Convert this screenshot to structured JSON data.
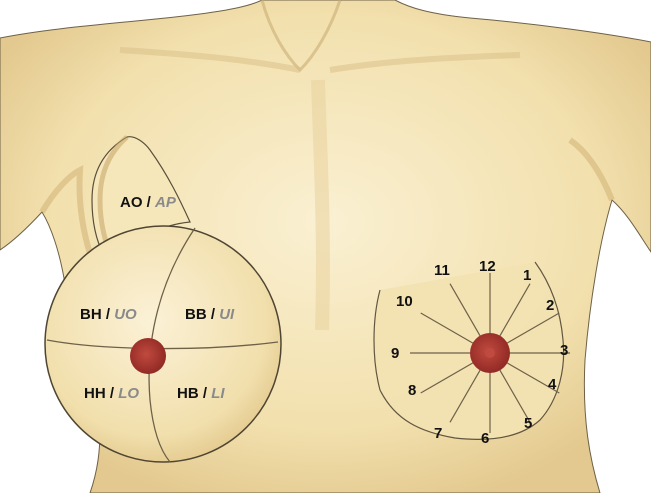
{
  "colors": {
    "skin": "#f3e3b4",
    "skin_light": "#f9eed0",
    "skin_shadow": "#dcc48c",
    "outline": "#6e6148",
    "nipple": "#a8322c",
    "nipple_ring": "#c8473c",
    "english_label": "#8a8a8a"
  },
  "quadrants": [
    {
      "id": "ao",
      "primary": "AO",
      "sep": " / ",
      "secondary": "AP"
    },
    {
      "id": "bh",
      "primary": "BH",
      "sep": " / ",
      "secondary": "UO"
    },
    {
      "id": "bb",
      "primary": "BB",
      "sep": " / ",
      "secondary": "UI"
    },
    {
      "id": "hh",
      "primary": "HH",
      "sep": " / ",
      "secondary": "LO"
    },
    {
      "id": "hb",
      "primary": "HB",
      "sep": " / ",
      "secondary": "LI"
    }
  ],
  "clock_positions": [
    "1",
    "2",
    "3",
    "4",
    "5",
    "6",
    "7",
    "8",
    "9",
    "10",
    "11",
    "12"
  ]
}
